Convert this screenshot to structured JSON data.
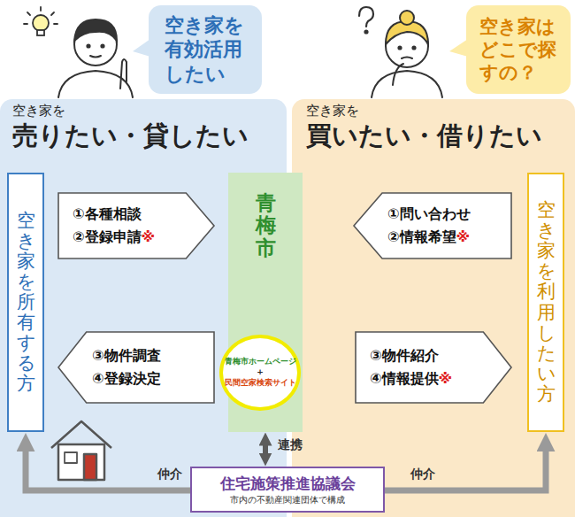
{
  "diagram": {
    "nodes": [
      {
        "text": [
          "空き家を有効活用したい"
        ]
      },
      {
        "text": [
          "空き家はどこで探すの？"
        ]
      },
      {
        "text": [
          "空き家を",
          "売りたい・貸したい"
        ]
      },
      {
        "text": [
          "空き家を",
          "買いたい・借りたい"
        ]
      },
      {
        "text": [
          "空き家を所有する方"
        ],
        "in": 2
      },
      {
        "text": [
          "①各種相談",
          "②登録申請"
        ],
        "in": 2
      },
      {
        "text": [
          "③物件調査",
          "④登録決定"
        ],
        "in": 2
      },
      {
        "text": [
          "青梅市"
        ]
      },
      {
        "text": [
          "青梅市ホームページ",
          "+",
          "民間空家検索サイト"
        ],
        "in": 7
      },
      {
        "text": [
          "①問い合わせ",
          "②情報希望"
        ],
        "in": 3
      },
      {
        "text": [
          "③物件紹介",
          "④情報提供"
        ],
        "in": 3
      },
      {
        "text": [
          "空き家を利用したい方"
        ],
        "in": 3
      },
      {
        "text": [
          "住宅施策推進協議会",
          "市内の不動産関連団体で構成"
        ]
      }
    ],
    "edges": [
      {
        "from": 7,
        "to": 12,
        "label": "連携",
        "arrow": "both"
      },
      {
        "from": 12,
        "to": 4,
        "label": "仲介",
        "arrow": "to"
      },
      {
        "from": 12,
        "to": 11,
        "label": "仲介",
        "arrow": "to"
      }
    ],
    "labels": [
      "※",
      "※",
      "※"
    ]
  }
}
